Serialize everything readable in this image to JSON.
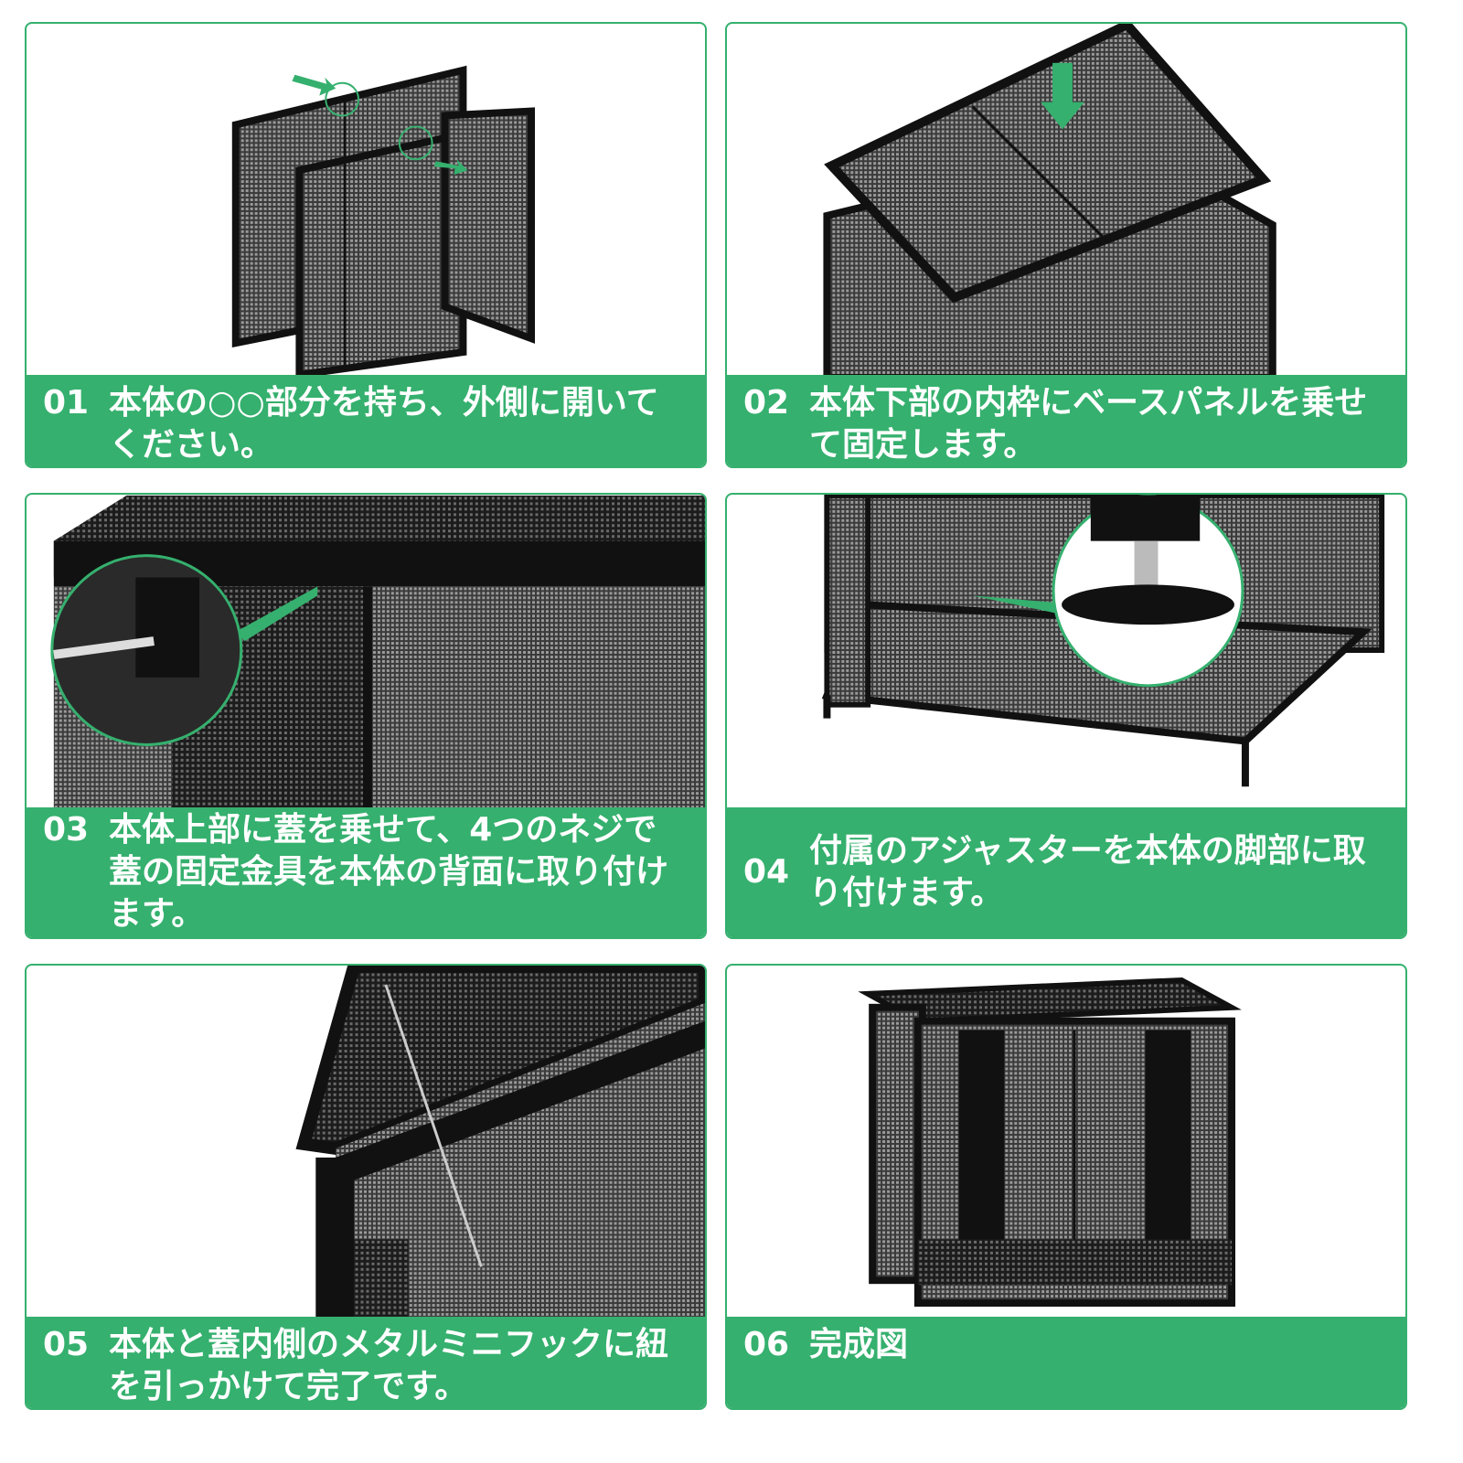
{
  "accent_color": "#35b06e",
  "steps": [
    {
      "num": "01",
      "text": "本体の○○部分を持ち、外側に開いてください。"
    },
    {
      "num": "02",
      "text": "本体下部の内枠にベースパネルを乗せて固定します。"
    },
    {
      "num": "03",
      "text": "本体上部に蓋を乗せて、4つのネジで蓋の固定金具を本体の背面に取り付けます。"
    },
    {
      "num": "04",
      "text": "付属のアジャスターを本体の脚部に取り付けます。"
    },
    {
      "num": "05",
      "text": "本体と蓋内側のメタルミニフックに紐を引っかけて完了です。"
    },
    {
      "num": "06",
      "text": "完成図"
    }
  ]
}
